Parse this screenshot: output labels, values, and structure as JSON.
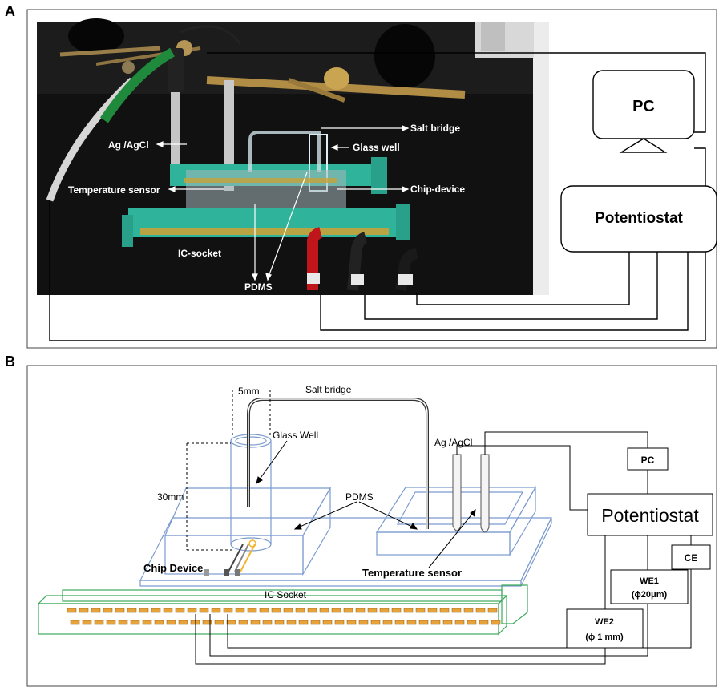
{
  "panel_a": {
    "letter": "A",
    "labels": {
      "ag_agcl": "Ag /AgCl",
      "temperature_sensor": "Temperature sensor",
      "ic_socket": "IC-socket",
      "pdms": "PDMS",
      "salt_bridge": "Salt bridge",
      "glass_well": "Glass well",
      "chip_device": "Chip-device"
    },
    "boxes": {
      "pc": "PC",
      "potentiostat": "Potentiostat"
    },
    "colors": {
      "photo_background": "#111111",
      "socket_green": "#2fb39a",
      "pins_gold": "#c9a23a",
      "clip_red": "#c0151b",
      "clip_green": "#1f8a3c"
    }
  },
  "panel_b": {
    "letter": "B",
    "labels": {
      "five_mm": "5mm",
      "salt_bridge": "Salt bridge",
      "glass_well": "Glass Well",
      "ag_agcl": "Ag /AgCl",
      "thirty_mm": "30mm",
      "pdms": "PDMS",
      "chip_device": "Chip Device",
      "temperature_sensor": "Temperature sensor",
      "ic_socket": "IC Socket"
    },
    "boxes": {
      "pc": "PC",
      "potentiostat": "Potentiostat",
      "ce": "CE",
      "we1_name": "WE1",
      "we1_size": "(ϕ20μm)",
      "we2_name": "WE2",
      "we2_size": "(ϕ 1 mm)"
    },
    "colors": {
      "platform_blue": "#7b9bcf",
      "socket_green": "#3daa5c",
      "pins_orange": "#e8a23a",
      "electrode_yellow": "#f2b631"
    }
  }
}
